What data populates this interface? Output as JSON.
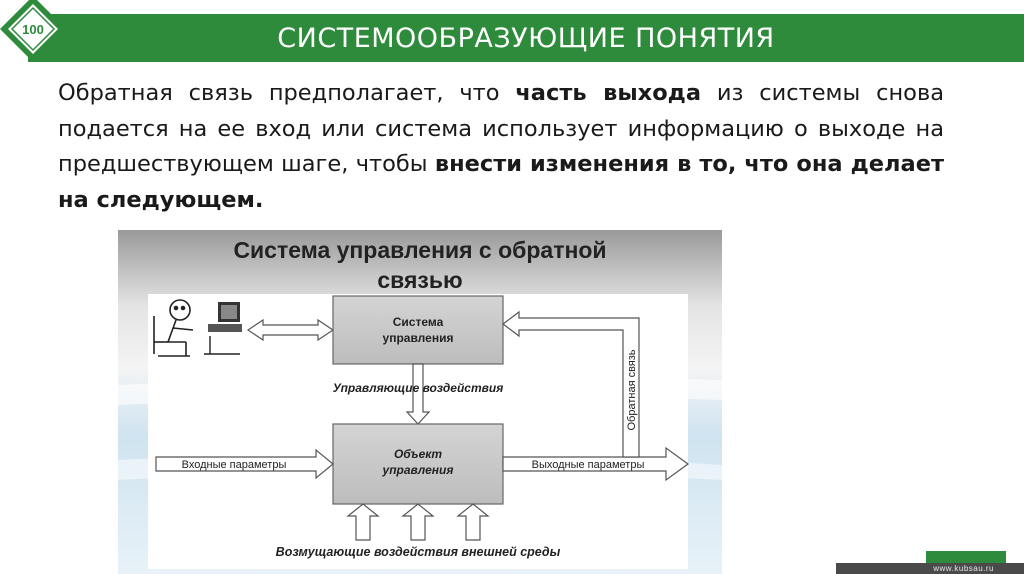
{
  "header": {
    "title": "СИСТЕМООБРАЗУЮЩИЕ ПОНЯТИЯ",
    "logo_text": "100"
  },
  "paragraph": {
    "part1": "Обратная связь предполагает, что ",
    "bold1": "часть выхода",
    "part2": " из системы снова подается на ее вход или система использует информацию о выходе на предшествующем шаге, чтобы ",
    "bold2": "внести изменения в то, что она делает на следующем."
  },
  "diagram": {
    "title_line1": "Система управления с обратной",
    "title_line2": "связью",
    "control_system": [
      "Система",
      "управления"
    ],
    "control_actions": "Управляющие воздействия",
    "object": [
      "Объект",
      "управления"
    ],
    "input": "Входные параметры",
    "output": "Выходные параметры",
    "feedback": "Обратная связь",
    "disturbances": "Возмущающие воздействия внешней среды"
  },
  "footer": {
    "url": "www.kubsau.ru"
  },
  "colors": {
    "brand_green": "#2e8b3c",
    "box_gray": "#c8c8c8"
  }
}
